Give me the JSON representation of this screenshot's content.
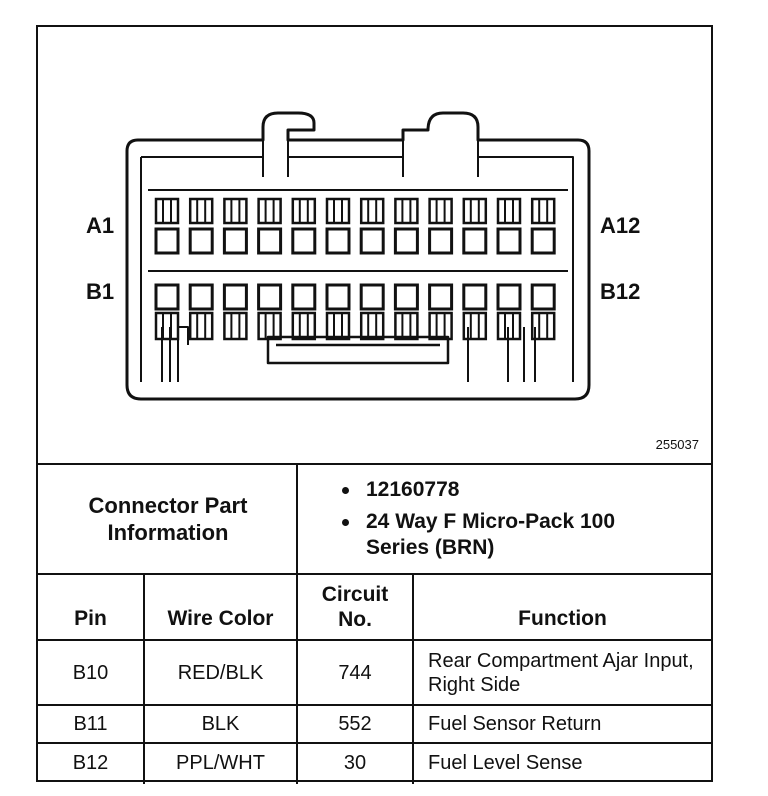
{
  "diagram": {
    "figure_id": "255037",
    "pin_labels": {
      "a_first": "A1",
      "a_last": "A12",
      "b_first": "B1",
      "b_last": "B12"
    }
  },
  "connector_info": {
    "title": "Connector Part Information",
    "bullets": [
      "12160778",
      "24 Way F Micro-Pack 100 Series (BRN)"
    ]
  },
  "table": {
    "headers": {
      "pin": "Pin",
      "wire_color": "Wire Color",
      "circuit_no": "Circuit No.",
      "function": "Function"
    },
    "rows": [
      {
        "pin": "B10",
        "wire_color": "RED/BLK",
        "circuit": "744",
        "function": "Rear Compartment Ajar Input, Right Side"
      },
      {
        "pin": "B11",
        "wire_color": "BLK",
        "circuit": "552",
        "function": "Fuel Sensor Return"
      },
      {
        "pin": "B12",
        "wire_color": "PPL/WHT",
        "circuit": "30",
        "function": "Fuel Level Sense"
      }
    ]
  }
}
